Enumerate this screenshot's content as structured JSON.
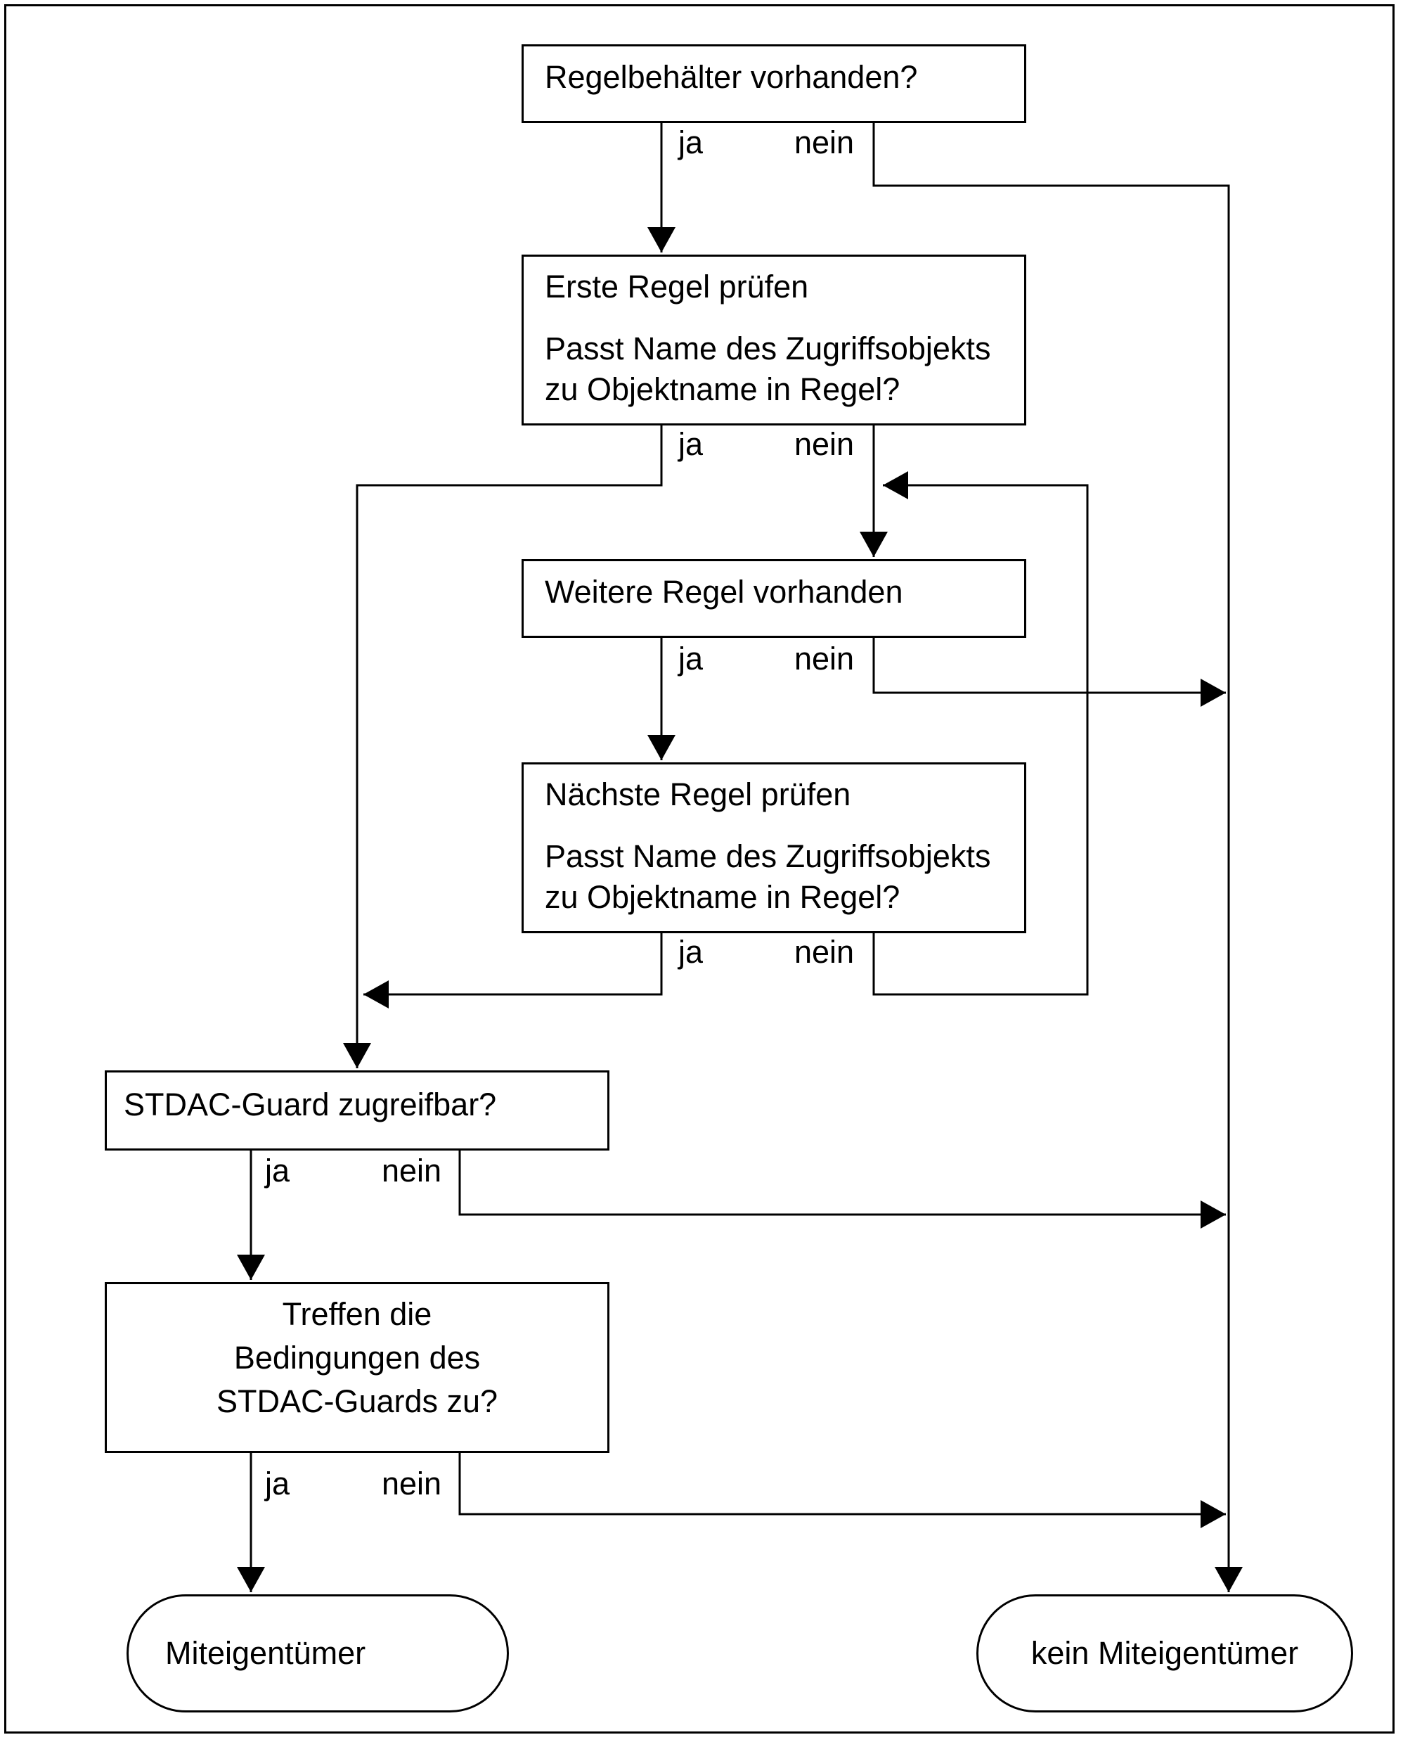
{
  "diagram": {
    "nodes": {
      "regelbehaelter": {
        "label": "Regelbehälter vorhanden?"
      },
      "erste_regel": {
        "line1": "Erste Regel prüfen",
        "line2": "Passt Name des Zugriffsobjekts",
        "line3": "zu Objektname in Regel?"
      },
      "weitere_regel": {
        "label": "Weitere Regel vorhanden"
      },
      "naechste_regel": {
        "line1": "Nächste Regel prüfen",
        "line2": "Passt Name des Zugriffsobjekts",
        "line3": "zu Objektname in Regel?"
      },
      "stdac_guard_zugreifbar": {
        "label": "STDAC-Guard zugreifbar?"
      },
      "stdac_bedingungen": {
        "line1": "Treffen die",
        "line2": "Bedingungen des",
        "line3": "STDAC-Guards zu?"
      },
      "miteigentuemer": {
        "label": "Miteigentümer"
      },
      "kein_miteigentuemer": {
        "label": "kein Miteigentümer"
      }
    },
    "edge_labels": {
      "yes": "ja",
      "no": "nein"
    },
    "colors": {
      "line": "#000000",
      "background": "#ffffff",
      "node_fill": "#ffffff",
      "text": "#000000"
    }
  }
}
